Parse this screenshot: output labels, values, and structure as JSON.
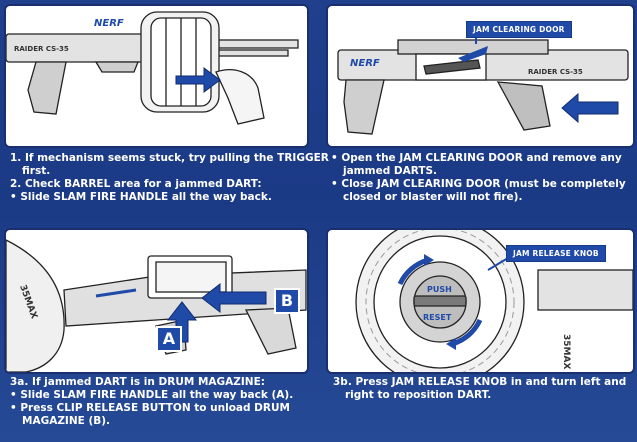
{
  "panels": {
    "p1": {
      "caption": [
        "1. If mechanism seems stuck, try pulling the TRIGGER",
        "first.",
        "2. Check BARREL area for a jammed DART:",
        "• Slide SLAM FIRE HANDLE all the way back."
      ],
      "blaster_label": "RAIDER CS-35",
      "logo": "NERF"
    },
    "p2": {
      "callout": "JAM CLEARING DOOR",
      "caption": [
        "• Open the JAM CLEARING DOOR and remove any",
        "jammed DARTS.",
        "• Close JAM CLEARING DOOR (must be completely",
        "closed or blaster will not fire)."
      ],
      "blaster_label": "RAIDER CS-35",
      "logo": "NERF"
    },
    "p3": {
      "label_a": "A",
      "label_b": "B",
      "caption": [
        "3a. If jammed DART is in DRUM MAGAZINE:",
        "• Slide SLAM FIRE HANDLE all the way back (A).",
        "• Press CLIP RELEASE BUTTON to unload DRUM",
        "MAGAZINE (B)."
      ],
      "drum_text": "35MAX"
    },
    "p4": {
      "callout": "JAM RELEASE KNOB",
      "caption": [
        "3b. Press JAM RELEASE KNOB in and turn left and",
        "right to reposition DART."
      ],
      "knob_text_top": "PUSH",
      "knob_text_bottom": "RESET",
      "drum_text": "35MAX"
    }
  },
  "colors": {
    "arrow": "#1f4aa8",
    "ink": "#1a1a1a",
    "blaster": "#d8d8d8"
  }
}
